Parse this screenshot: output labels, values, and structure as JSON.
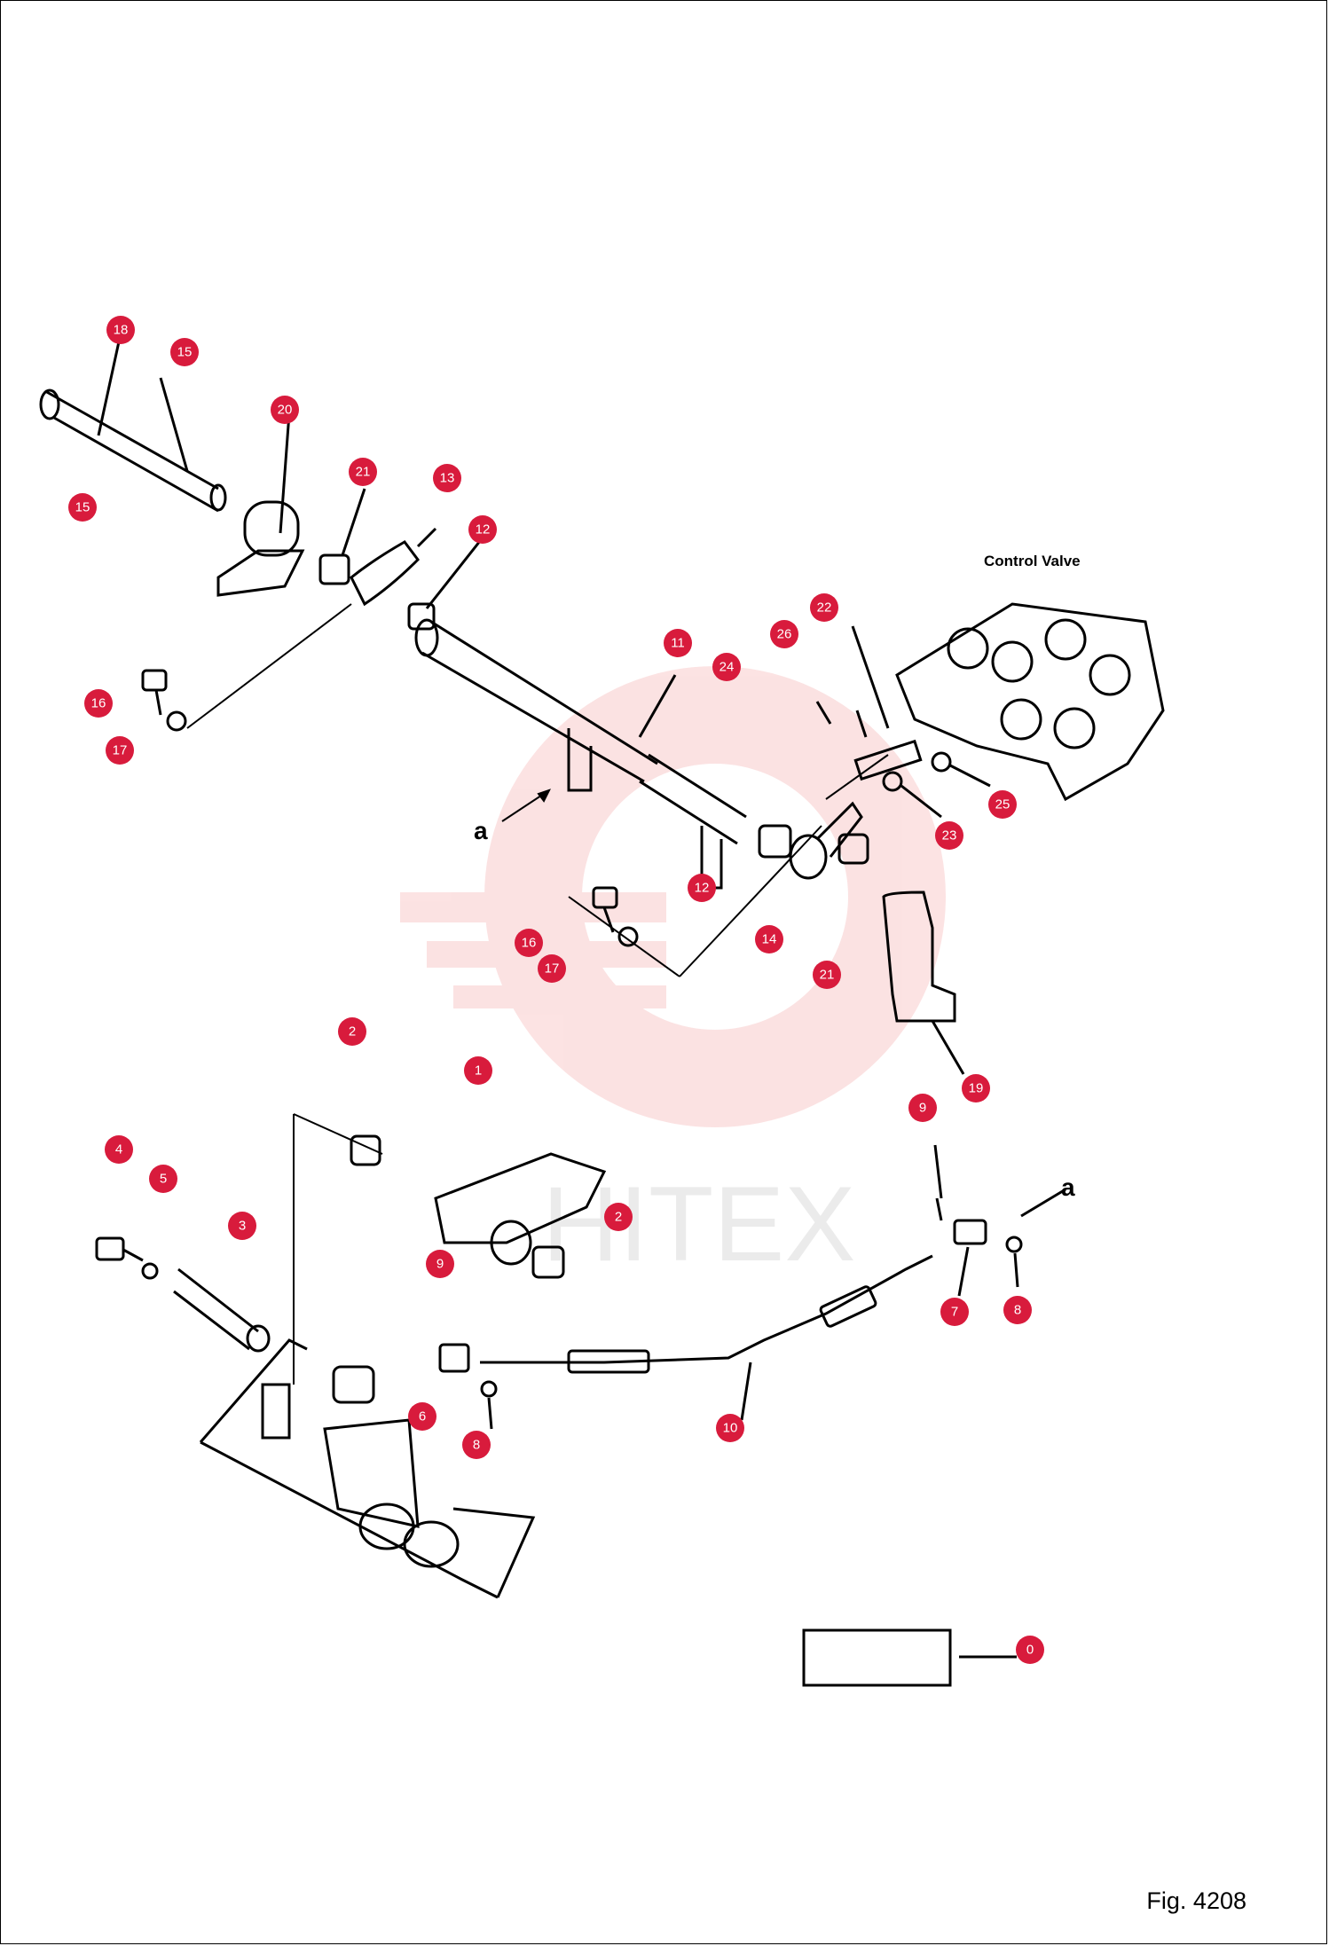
{
  "figure_label": "Fig. 4208",
  "control_valve_label": "Control Valve",
  "reference_a_label": "a",
  "watermark_text": "HITEX",
  "callout_color": "#d81b3c",
  "watermark_color": "#f0a0a0",
  "callouts": [
    {
      "num": "18"
    },
    {
      "num": "15"
    },
    {
      "num": "15"
    },
    {
      "num": "20"
    },
    {
      "num": "21"
    },
    {
      "num": "13"
    },
    {
      "num": "12"
    },
    {
      "num": "16"
    },
    {
      "num": "17"
    },
    {
      "num": "11"
    },
    {
      "num": "22"
    },
    {
      "num": "26"
    },
    {
      "num": "24"
    },
    {
      "num": "25"
    },
    {
      "num": "23"
    },
    {
      "num": "12"
    },
    {
      "num": "16"
    },
    {
      "num": "17"
    },
    {
      "num": "14"
    },
    {
      "num": "21"
    },
    {
      "num": "19"
    },
    {
      "num": "2"
    },
    {
      "num": "1"
    },
    {
      "num": "4"
    },
    {
      "num": "5"
    },
    {
      "num": "3"
    },
    {
      "num": "2"
    },
    {
      "num": "9"
    },
    {
      "num": "9"
    },
    {
      "num": "7"
    },
    {
      "num": "8"
    },
    {
      "num": "6"
    },
    {
      "num": "8"
    },
    {
      "num": "10"
    },
    {
      "num": "0"
    }
  ]
}
